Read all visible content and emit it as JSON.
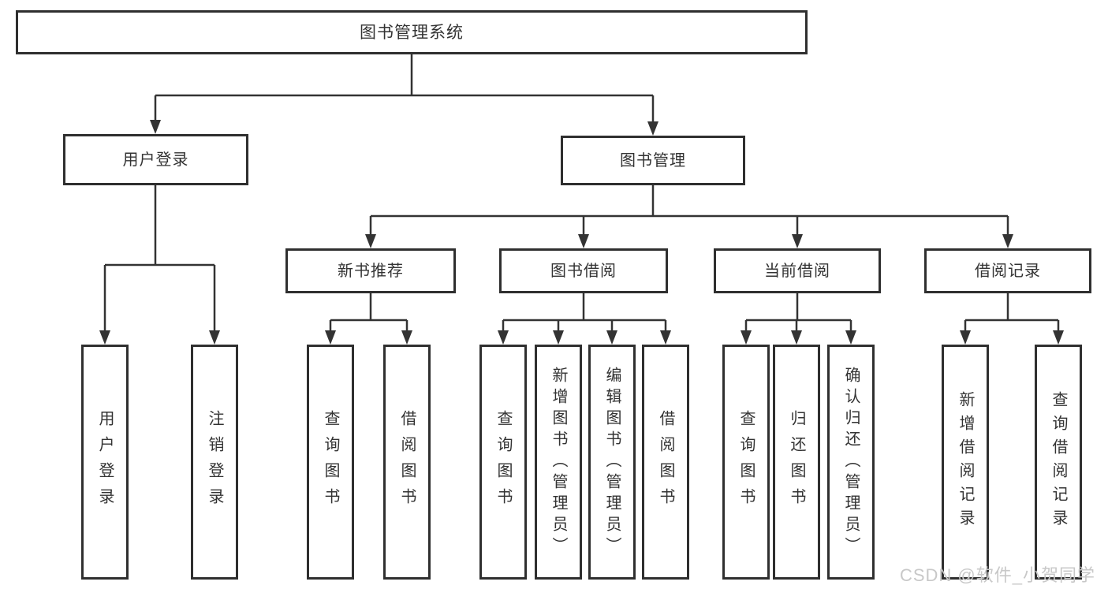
{
  "colors": {
    "line": "#333333",
    "border": "#2f2f2f",
    "text": "#333333",
    "watermark": "#c8c8c8"
  },
  "diagram": {
    "root": "图书管理系统",
    "user_branch": {
      "label": "用户登录",
      "children": [
        "用户登录",
        "注销登录"
      ]
    },
    "book_branch": {
      "label": "图书管理",
      "groups": [
        {
          "label": "新书推荐",
          "children": [
            "查询图书",
            "借阅图书"
          ]
        },
        {
          "label": "图书借阅",
          "children": [
            "查询图书",
            "新增图书（管理员）",
            "编辑图书（管理员）",
            "借阅图书"
          ]
        },
        {
          "label": "当前借阅",
          "children": [
            "查询图书",
            "归还图书",
            "确认归还（管理员）"
          ]
        },
        {
          "label": "借阅记录",
          "children": [
            "新增借阅记录",
            "查询借阅记录"
          ]
        }
      ]
    },
    "watermark": "CSDN @软件_小贺同学"
  }
}
